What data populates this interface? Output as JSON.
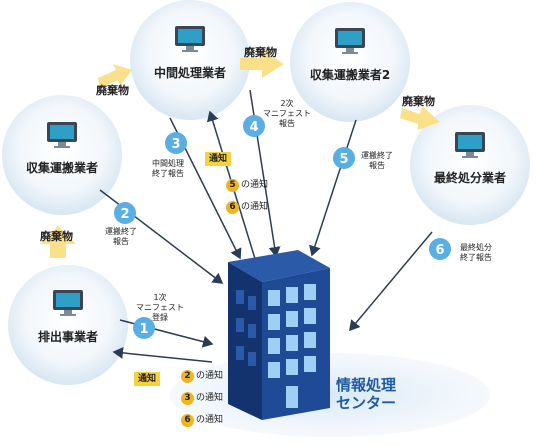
{
  "nodes": {
    "haishutsu": "排出事業者",
    "shushu1": "収集運搬業者",
    "chukan": "中間処理業者",
    "shushu2": "収集運搬業者2",
    "saishu": "最終処分業者"
  },
  "center": {
    "line1": "情報処理",
    "line2": "センター"
  },
  "waste_label": "廃棄物",
  "steps": {
    "s1": {
      "num": "1",
      "lines": [
        "1次",
        "マニフェスト",
        "登録"
      ]
    },
    "s2": {
      "num": "2",
      "lines": [
        "運搬終了",
        "報告"
      ]
    },
    "s3": {
      "num": "3",
      "lines": [
        "中間処理",
        "終了報告"
      ]
    },
    "s4": {
      "num": "4",
      "lines": [
        "2次",
        "マニフェスト",
        "報告"
      ]
    },
    "s5": {
      "num": "5",
      "lines": [
        "運搬終了",
        "報告"
      ]
    },
    "s6": {
      "num": "6",
      "lines": [
        "最終処分",
        "終了報告"
      ]
    }
  },
  "notice_label": "通知",
  "notice_suffix": "の通知",
  "notify_haishutsu": [
    "2",
    "3",
    "6"
  ],
  "notify_chukan": [
    "5",
    "6"
  ],
  "colors": {
    "node_fill": "#e6f0f8",
    "waste_arrow": "#fbe08a",
    "step_circle": "#5aaee6",
    "notice_circle": "#f0b51e",
    "notice_tag": "#f6d23c",
    "building": "#1a3f84",
    "arrow": "#2b3d55"
  }
}
